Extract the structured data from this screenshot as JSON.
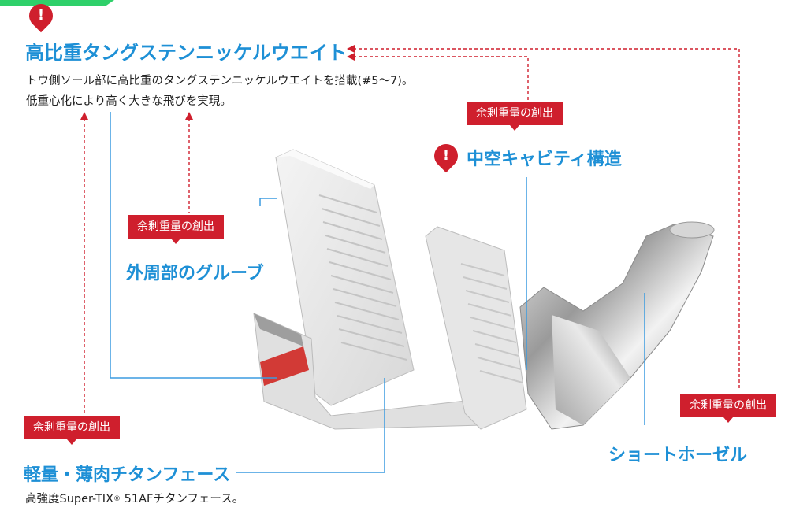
{
  "callouts": {
    "tungsten": {
      "title": "高比重タングステンニッケルウエイト",
      "desc_line1": "トウ側ソール部に高比重のタングステンニッケルウエイトを搭載(#5〜7)。",
      "desc_line2": "低重心化により高く大きな飛びを実現。"
    },
    "cavity": {
      "title": "中空キャビティ構造"
    },
    "groove": {
      "title": "外周部のグルーブ"
    },
    "face": {
      "title": "軽量・薄肉チタンフェース",
      "desc_prefix": "高強度Super-TIX",
      "desc_reg": "®",
      "desc_suffix": " 51AFチタンフェース。"
    },
    "hosel": {
      "title": "ショートホーゼル"
    }
  },
  "badges": {
    "cavity_badge": "余剰重量の創出",
    "groove_badge": "余剰重量の創出",
    "face_badge": "余剰重量の創出",
    "hosel_badge": "余剰重量の創出"
  },
  "markers": {
    "exclamation": "!"
  },
  "colors": {
    "accent_red": "#cf1f2d",
    "accent_blue": "#1e90d6",
    "corner_green": "#2fd06a"
  }
}
